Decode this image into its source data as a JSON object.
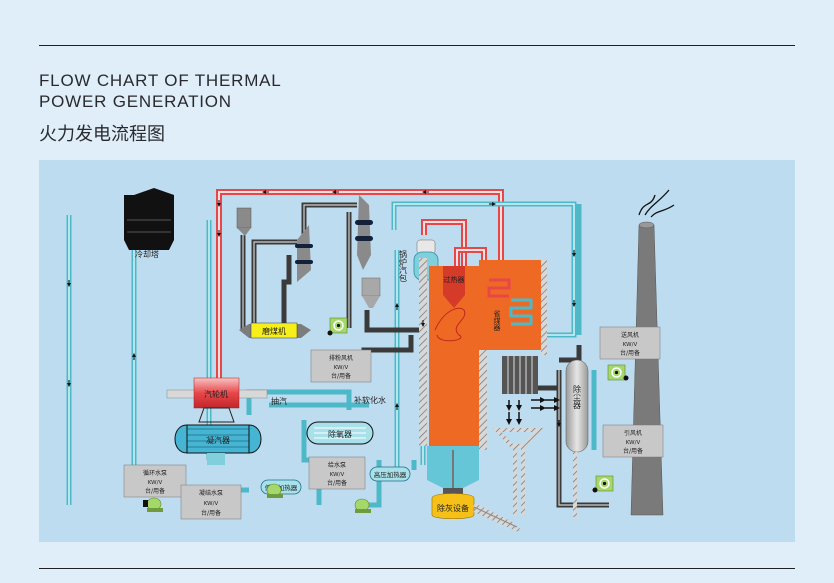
{
  "header": {
    "title_en_line1": "FLOW CHART OF THERMAL",
    "title_en_line2": "POWER GENERATION",
    "title_zh": "火力发电流程图"
  },
  "diagram": {
    "components": {
      "cooling_tower": "冷却塔",
      "turbine": "汽轮机",
      "extraction_steam": "抽汽",
      "makeup_water": "补软化水",
      "condenser": "凝汽器",
      "deaerator": "除氧器",
      "coal_mill": "磨煤机",
      "boiler_drum": "锅炉汽包",
      "superheater": "过热器",
      "economizer": "省煤器",
      "dust_collector": "除尘器",
      "ash_removal": "除灰设备",
      "low_pressure_heater": "低压加热器",
      "high_pressure_heater": "高压加热器"
    },
    "equipment_boxes": {
      "pulverized_coal_fan": {
        "name": "排粉风机",
        "unit": "KW/V",
        "status": "台/用备"
      },
      "circulating_pump": {
        "name": "循环水泵",
        "unit": "KW/V",
        "status": "台/用备"
      },
      "condensate_pump": {
        "name": "凝结水泵",
        "unit": "KW/V",
        "status": "台/用备"
      },
      "feed_pump": {
        "name": "给水泵",
        "unit": "KW/V",
        "status": "台/用备"
      },
      "forced_draft_fan": {
        "name": "送风机",
        "unit": "KW/V",
        "status": "台/用备"
      },
      "induced_draft_fan": {
        "name": "引风机",
        "unit": "KW/V",
        "status": "台/用备"
      }
    },
    "colors": {
      "steam": "#e8474a",
      "water": "#4db8c8",
      "air_coal": "#3a3a3a",
      "furnace": "#ee6a24",
      "label_yellow": "#f7ef1a",
      "equipment_box": "#c8c8c8",
      "stack": "#7a7a7a",
      "ash": "#f5c118"
    }
  }
}
